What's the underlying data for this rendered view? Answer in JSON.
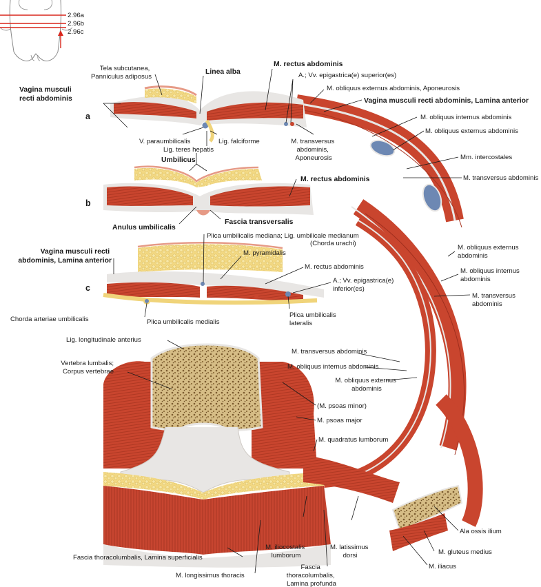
{
  "inset": {
    "refs": [
      "2.96a",
      "2.96b",
      "2.96c"
    ]
  },
  "panels": {
    "a": "a",
    "b": "b",
    "c": "c"
  },
  "labels": {
    "tela_subcutanea": [
      "Tela subcutanea,",
      "Panniculus adiposus"
    ],
    "linea_alba": "Linea alba",
    "rectus_a": "M. rectus abdominis",
    "epigastrica_sup": "A.; Vv. epigastrica(e) superior(es)",
    "vagina_left_a": [
      "Vagina musculi",
      "recti abdominis"
    ],
    "obliquus_ext_apon": "M. obliquus externus abdominis, Aponeurosis",
    "vagina_ant_a": "Vagina musculi recti abdominis, Lamina anterior",
    "obliquus_int_a": "M. obliquus internus abdominis",
    "obliquus_ext_a": "M. obliquus externus abdominis",
    "paraumbilicalis": "V. paraumbilicalis",
    "falciforme": "Lig. falciforme",
    "teres_hepatis": "Lig. teres hepatis",
    "transversus_apon": [
      "M. transversus",
      "abdominis,",
      "Aponeurosis"
    ],
    "intercostales": "Mm. intercostales",
    "transversus_a": "M. transversus abdominis",
    "umbilicus": "Umbilicus",
    "rectus_b": "M. rectus abdominis",
    "anulus": "Anulus umbilicalis",
    "fascia_transv": "Fascia transversalis",
    "plica_mediana": [
      "Plica umbilicalis mediana; Lig. umbilicale medianum",
      "(Chorda urachi)"
    ],
    "vagina_ant_c": [
      "Vagina musculi recti",
      "abdominis, Lamina anterior"
    ],
    "pyramidalis": "M. pyramidalis",
    "rectus_c": "M. rectus abdominis",
    "epigastrica_inf": [
      "A.; Vv. epigastrica(e)",
      "inferior(es)"
    ],
    "obliquus_ext_c": [
      "M. obliquus externus",
      "abdominis"
    ],
    "obliquus_int_c": [
      "M. obliquus internus",
      "abdominis"
    ],
    "transversus_c": [
      "M. transversus",
      "abdominis"
    ],
    "chorda_art": "Chorda arteriae umbilicalis",
    "plica_medialis": "Plica umbilicalis medialis",
    "plica_lateralis": [
      "Plica umbilicalis",
      "lateralis"
    ],
    "lig_long": "Lig. longitudinale anterius",
    "vertebra": [
      "Vertebra lumbalis;",
      "Corpus vertebrae"
    ],
    "transversus_d": "M. transversus abdominis",
    "obliquus_int_d": "M. obliquus internus abdominis",
    "obliquus_ext_d": [
      "M. obliquus externus",
      "abdominis"
    ],
    "psoas_minor": "(M. psoas minor)",
    "psoas_major": "M. psoas major",
    "quadratus": "M. quadratus lumborum",
    "ala_ilium": "Ala ossis ilium",
    "gluteus": "M. gluteus medius",
    "iliacus": "M. iliacus",
    "fascia_superf": "Fascia thoracolumbalis, Lamina superficialis",
    "iliocostalis": [
      "M. iliocostalis",
      "lumborum"
    ],
    "latissimus": [
      "M. latissimus",
      "dorsi"
    ],
    "longissimus": "M. longissimus thoracis",
    "fascia_prof": [
      "Fascia",
      "thoracolumbalis,",
      "Lamina profunda"
    ]
  },
  "colors": {
    "muscle": "#c9452e",
    "muscle_dark": "#9e2e1d",
    "fat": "#f0d47a",
    "fascia": "#e8e6e4",
    "bone": "#d8c08a",
    "skin": "#e69a86",
    "vessel": "#6d88b3",
    "leader": "#1a1a1a",
    "marker": "#d9261c"
  }
}
